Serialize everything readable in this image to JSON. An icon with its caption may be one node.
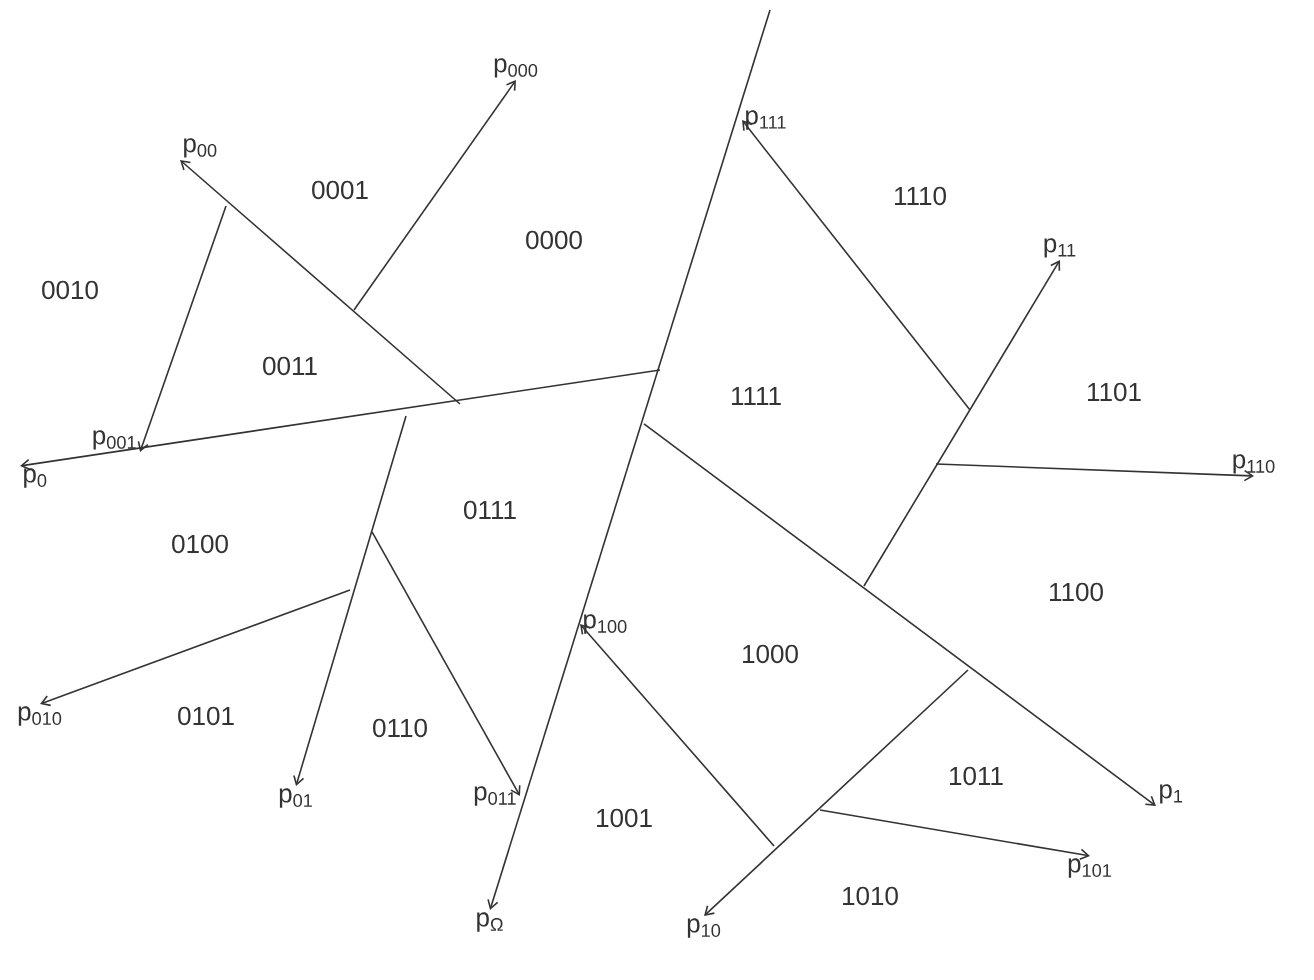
{
  "diagram": {
    "nodes": [
      {
        "text": [
          "p$_{000}$"
        ]
      },
      {
        "text": [
          "p$_{00}$"
        ]
      },
      {
        "text": [
          "p$_{111}$"
        ]
      },
      {
        "text": [
          "p$_{11}$"
        ]
      },
      {
        "text": [
          "p$_{001}$"
        ]
      },
      {
        "text": [
          "p$_{110}$"
        ]
      },
      {
        "text": [
          "p$_{0}$"
        ]
      },
      {
        "text": [
          "p$_{100}$"
        ]
      },
      {
        "text": [
          "p$_{010}$"
        ]
      },
      {
        "text": [
          "p$_{1}$"
        ]
      },
      {
        "text": [
          "p$_{011}$"
        ]
      },
      {
        "text": [
          "p$_{01}$"
        ]
      },
      {
        "text": [
          "p$_{101}$"
        ]
      },
      {
        "text": [
          "p$_{10}$"
        ]
      },
      {
        "text": [
          "p$_{Ω}$"
        ]
      }
    ],
    "edges": [
      {
        "from": null,
        "to": 0,
        "arrow": "to"
      },
      {
        "from": null,
        "to": 1,
        "arrow": "to"
      },
      {
        "from": null,
        "to": 2,
        "arrow": "to"
      },
      {
        "from": null,
        "to": 3,
        "arrow": "to"
      },
      {
        "from": null,
        "to": 4,
        "arrow": "to"
      },
      {
        "from": null,
        "to": 5,
        "arrow": "to"
      },
      {
        "from": null,
        "to": 6,
        "arrow": "to"
      },
      {
        "from": null,
        "to": 7,
        "arrow": "to"
      },
      {
        "from": null,
        "to": 8,
        "arrow": "to"
      },
      {
        "from": null,
        "to": 9,
        "arrow": "to"
      },
      {
        "from": null,
        "to": 10,
        "arrow": "to"
      },
      {
        "from": null,
        "to": 11,
        "arrow": "to"
      },
      {
        "from": null,
        "to": 12,
        "arrow": "to"
      },
      {
        "from": null,
        "to": 13,
        "arrow": "to"
      },
      {
        "from": null,
        "to": 14,
        "arrow": "to"
      }
    ],
    "labels": [
      "0001",
      "0000",
      "1110",
      "0010",
      "0011",
      "1111",
      "1101",
      "0111",
      "0100",
      "1100",
      "1000",
      "0101",
      "0110",
      "1011",
      "1001",
      "1010"
    ]
  }
}
